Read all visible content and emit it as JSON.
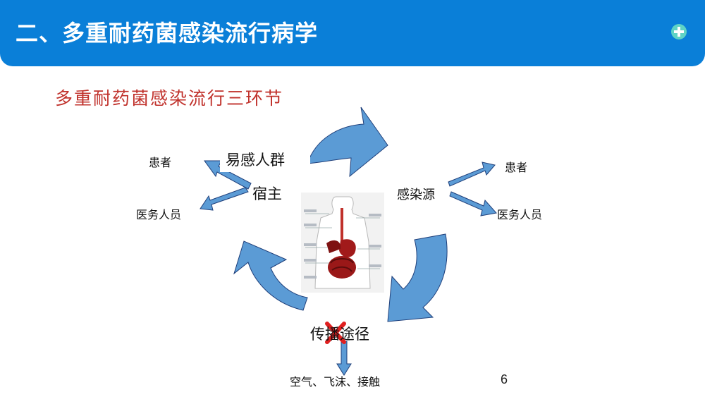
{
  "header": {
    "title": "二、多重耐药菌感染流行病学",
    "icon": "plus-circle-icon",
    "bg_color": "#0a7fd8"
  },
  "subtitle": "多重耐药菌感染流行三环节",
  "cycle": {
    "susceptible_group": "易感人群",
    "host": "宿主",
    "source": "感染源",
    "route": "传播途径",
    "route_blocked_mark": "x-mark-icon"
  },
  "left_branch": {
    "patient": "患者",
    "staff": "医务人员"
  },
  "right_branch": {
    "patient": "患者",
    "staff": "医务人员"
  },
  "route_detail": "空气、飞沫、接触",
  "page_number": "6",
  "colors": {
    "arrow_fill": "#5b9bd5",
    "arrow_stroke": "#1f3f7a",
    "subtitle": "#c0312b",
    "cross": "#e02020"
  }
}
